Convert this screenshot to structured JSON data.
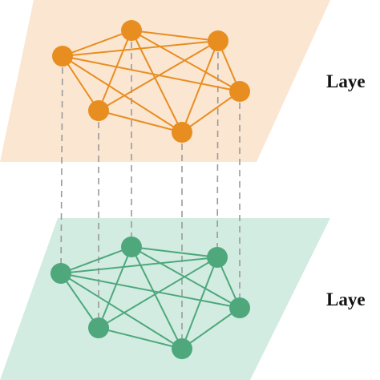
{
  "layers": [
    {
      "label": "Laye",
      "plane_color": "#fbe6d2",
      "node_color": "#e88e20",
      "edge_color": "#e88e20",
      "nodes": [
        "A",
        "B",
        "C",
        "D",
        "E",
        "F"
      ],
      "edges": [
        [
          "A",
          "B"
        ],
        [
          "A",
          "C"
        ],
        [
          "A",
          "D"
        ],
        [
          "A",
          "E"
        ],
        [
          "A",
          "F"
        ],
        [
          "B",
          "C"
        ],
        [
          "B",
          "D"
        ],
        [
          "B",
          "E"
        ],
        [
          "B",
          "F"
        ],
        [
          "C",
          "D"
        ],
        [
          "C",
          "E"
        ],
        [
          "D",
          "F"
        ],
        [
          "E",
          "F"
        ],
        [
          "C",
          "F"
        ]
      ]
    },
    {
      "label": "Laye",
      "plane_color": "#d3ece2",
      "node_color": "#4ea87c",
      "edge_color": "#4ea87c",
      "nodes": [
        "A",
        "B",
        "C",
        "D",
        "E",
        "F"
      ],
      "edges": [
        [
          "A",
          "B"
        ],
        [
          "A",
          "C"
        ],
        [
          "A",
          "D"
        ],
        [
          "A",
          "E"
        ],
        [
          "A",
          "F"
        ],
        [
          "B",
          "C"
        ],
        [
          "B",
          "D"
        ],
        [
          "B",
          "E"
        ],
        [
          "B",
          "F"
        ],
        [
          "C",
          "D"
        ],
        [
          "C",
          "E"
        ],
        [
          "D",
          "F"
        ],
        [
          "E",
          "F"
        ],
        [
          "C",
          "F"
        ]
      ]
    }
  ],
  "interlayer_links": [
    "A",
    "B",
    "C",
    "D",
    "E",
    "F"
  ],
  "interlayer_link_color": "#9a9a9a"
}
